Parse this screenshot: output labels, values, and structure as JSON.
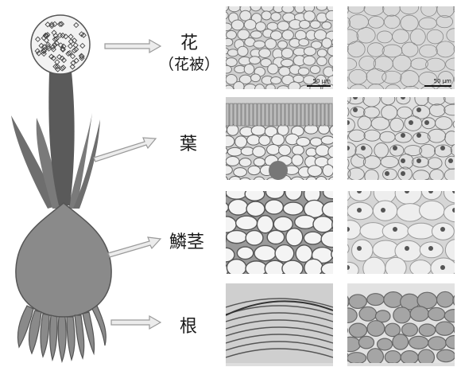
{
  "organs": [
    {
      "id": "flower",
      "label": "花",
      "sublabel": "（花被）"
    },
    {
      "id": "leaf",
      "label": "葉"
    },
    {
      "id": "bulb",
      "label": "鱗茎"
    },
    {
      "id": "root",
      "label": "根"
    }
  ],
  "scale_bars": {
    "flower_section": "50 μm",
    "flower_surface": "50 μm"
  },
  "colors": {
    "organ_fill": "#8a8a8a",
    "organ_dark": "#5a5a5a",
    "arrow_fill": "#ececec",
    "arrow_stroke": "#9a9a9a",
    "micrograph_bg": "#dcdcdc"
  }
}
